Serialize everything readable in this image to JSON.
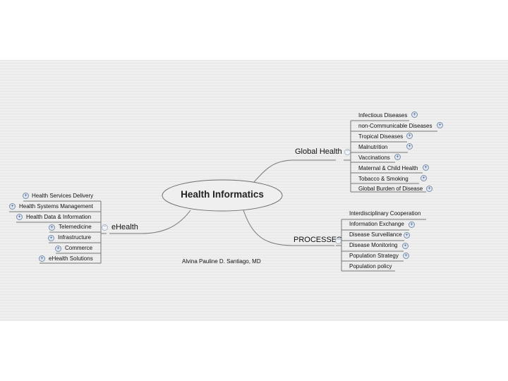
{
  "central_topic": "Health Informatics",
  "author": "Alvina Pauline D. Santiago, MD",
  "branches": {
    "global_health": {
      "label": "Global Health",
      "children": [
        "Infectious Diseases",
        "non-Communicable Diseases",
        "Tropical Diseases",
        "Malnutrition",
        "Vaccinations",
        "Maternal & Child Health",
        "Tobacco & Smoking",
        "Global Burden of Disease"
      ]
    },
    "processes": {
      "label": "PROCESSES",
      "children": [
        "Interdisciplinary Cooperation",
        "Information Exchange",
        "Disease Surveillance",
        "Disease Monitoring",
        "Population Strategy",
        "Population policy"
      ]
    },
    "ehealth": {
      "label": "eHealth",
      "children": [
        "Health Services Delivery",
        "Health Systems Management",
        "Health Data & Information",
        "Telemedicine",
        "Infrastructure",
        "Commerce",
        "eHealth Solutions"
      ]
    }
  },
  "icons": {
    "expand": "plus-circle-icon",
    "collapse": "minus-circle-icon"
  },
  "colors": {
    "canvas": "#efefef",
    "line": "#666666",
    "expand_icon": "#7c8ea6"
  }
}
